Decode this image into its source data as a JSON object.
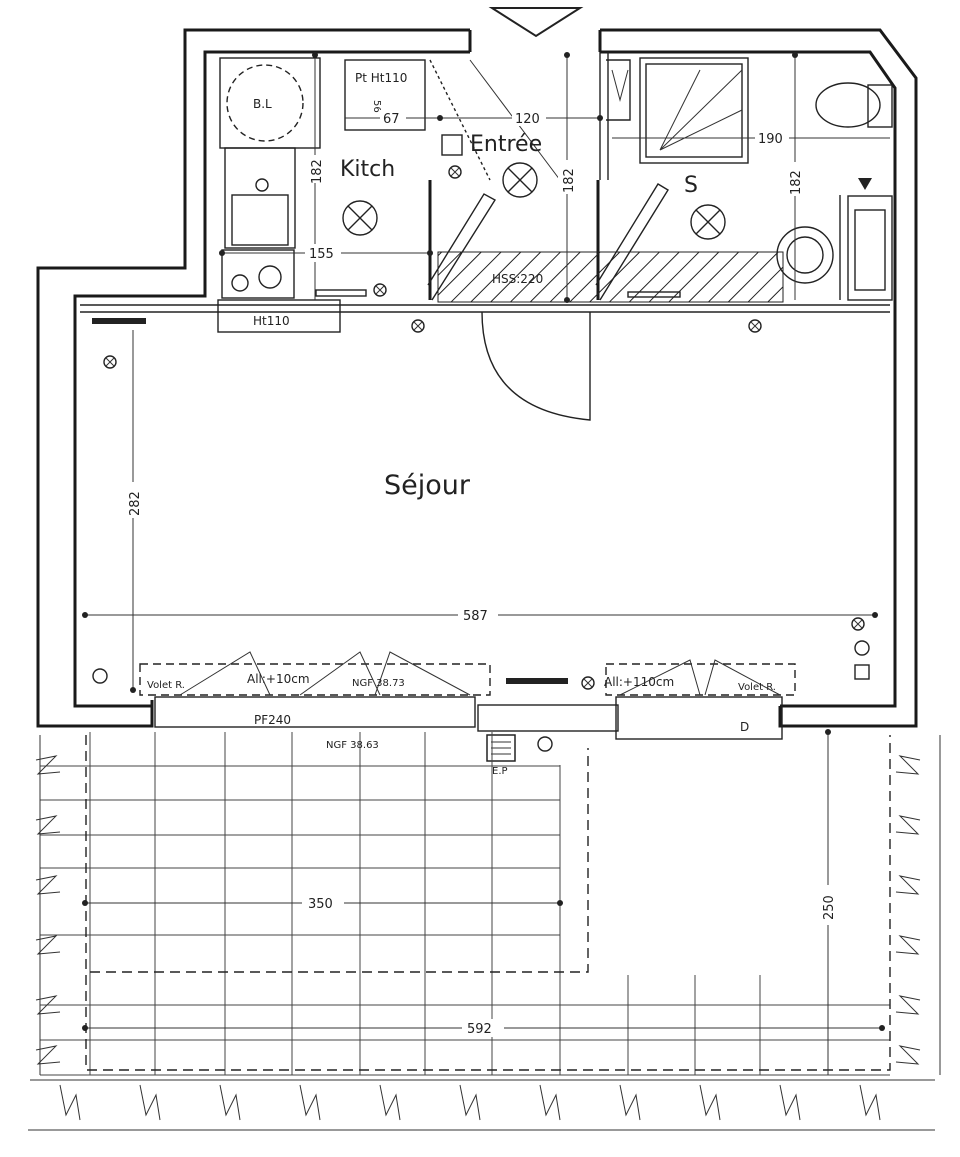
{
  "rooms": {
    "sejour": "Séjour",
    "kitchen": "Kitch",
    "entree": "Entrée",
    "bathroom": "S"
  },
  "fixtures": {
    "water_heater": "B.L",
    "pt_height": "Pt Ht110",
    "counter_height": "Ht110",
    "ep": "E.P",
    "ngf_inside": "NGF 38.73",
    "ngf_terrace": "NGF 38.63",
    "bay_window": "PF240",
    "shutter_left": "Volet R.",
    "shutter_right": "Volet R.",
    "sill_left": "All:+10cm",
    "sill_right": "All:+110cm",
    "hss": "HSS:220",
    "dim_56": "56",
    "door_d": "D"
  },
  "dimensions": {
    "kitchen_height": "182",
    "kitchen_width": "155",
    "pt_width": "67",
    "entree_width": "120",
    "entree_height": "182",
    "bath_width": "190",
    "bath_height": "182",
    "sejour_height": "282",
    "sejour_width": "587",
    "terrace_inner_width": "350",
    "terrace_height": "250",
    "terrace_width": "592"
  },
  "colors": {
    "ink": "#1a1a1a",
    "paper": "#ffffff"
  }
}
